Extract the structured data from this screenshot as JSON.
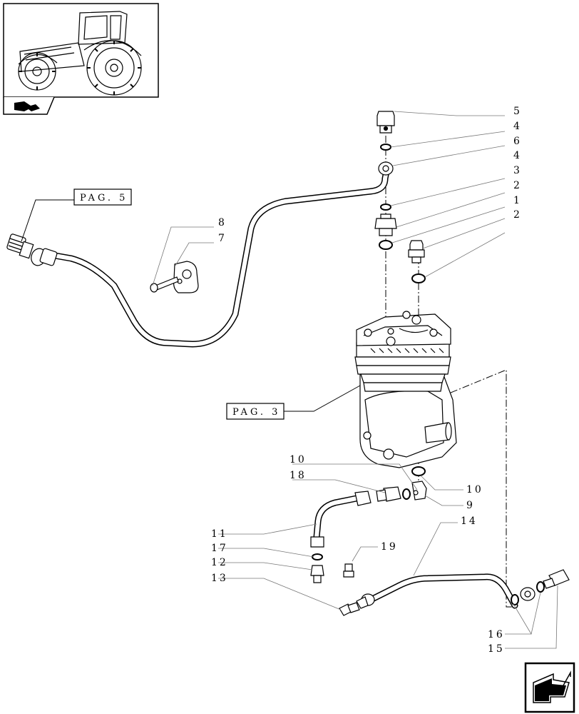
{
  "page_refs": {
    "pag5": "PAG. 5",
    "pag3": "PAG. 3"
  },
  "callouts": {
    "c5": "5",
    "c4a": "4",
    "c6": "6",
    "c4b": "4",
    "c3": "3",
    "c2a": "2",
    "c1": "1",
    "c2b": "2",
    "c8": "8",
    "c7": "7",
    "c10a": "10",
    "c18": "18",
    "c10b": "10",
    "c9": "9",
    "c14": "14",
    "c11": "11",
    "c17": "17",
    "c12": "12",
    "c13": "13",
    "c19": "19",
    "c16": "16",
    "c15": "15"
  },
  "icons": {
    "thumbnail": "tractor-thumbnail-icon",
    "section": "section-book-icon",
    "nav": "next-page-arrow-icon"
  }
}
